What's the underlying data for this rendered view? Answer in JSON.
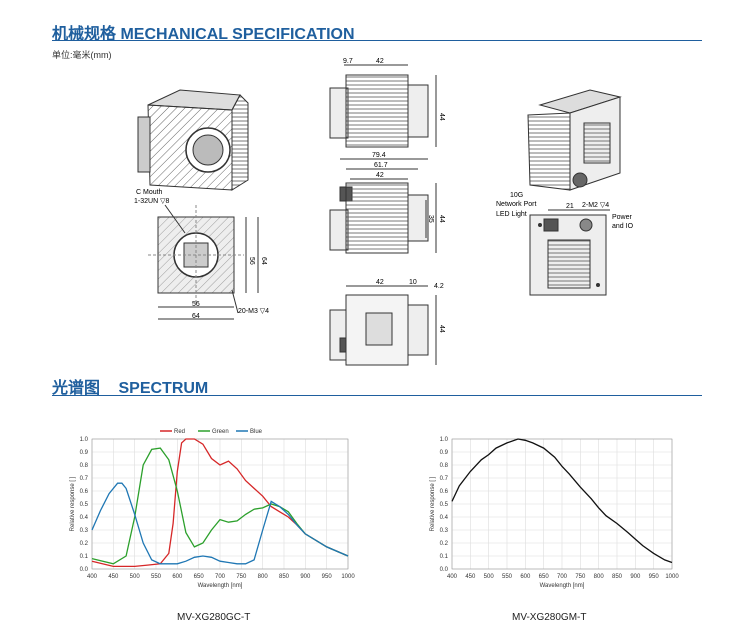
{
  "mechanical": {
    "title_cn": "机械规格",
    "title_en": "MECHANICAL SPECIFICATION",
    "unit": "单位:毫米(mm)"
  },
  "front_view": {
    "c_mouth": "C Mouth",
    "c_thread": "1-32UN ▽8",
    "dim_56_h": "56",
    "dim_64_h": "64",
    "dim_56_v": "56",
    "dim_64_v": "64",
    "holes": "20-M3 ▽4"
  },
  "side_view_top": {
    "dim_a": "9.7",
    "dim_b": "42",
    "dim_c": "44"
  },
  "side_view_mid": {
    "dim_a": "79.4",
    "dim_b": "61.7",
    "dim_c": "42",
    "dim_d": "35",
    "dim_e": "44"
  },
  "side_view_bottom": {
    "dim_a": "42",
    "dim_b": "10",
    "dim_c": "4.2",
    "dim_d": "44"
  },
  "rear_view": {
    "network": "10G",
    "network2": "Network Port",
    "led": "LED Light",
    "dim_21": "21",
    "holes": "2-M2 ▽4",
    "power": "Power",
    "power2": "and IO"
  },
  "spectrum": {
    "title_cn": "光谱图",
    "title_en": "SPECTRUM"
  },
  "caption_left": "MV-XG280GC-T",
  "caption_right": "MV-XG280GM-T",
  "chart_data": [
    {
      "type": "line",
      "title": "",
      "xlabel": "Wavelength [nm]",
      "ylabel": "Relative response [ ]",
      "xlim": [
        400,
        1000
      ],
      "ylim": [
        0,
        1.0
      ],
      "xticks": [
        400,
        450,
        500,
        550,
        600,
        650,
        700,
        750,
        800,
        850,
        900,
        950,
        1000
      ],
      "yticks": [
        0.0,
        0.1,
        0.2,
        0.3,
        0.4,
        0.5,
        0.6,
        0.7,
        0.8,
        0.9,
        1.0
      ],
      "legend": "top-center",
      "grid": true,
      "series": [
        {
          "name": "Red",
          "color": "#d62728",
          "x": [
            400,
            450,
            500,
            530,
            560,
            580,
            590,
            600,
            610,
            620,
            640,
            660,
            680,
            700,
            720,
            740,
            760,
            780,
            800,
            820,
            840,
            860,
            880,
            900,
            950,
            1000
          ],
          "y": [
            0.06,
            0.02,
            0.02,
            0.03,
            0.04,
            0.12,
            0.35,
            0.75,
            0.97,
            1.0,
            1.0,
            0.96,
            0.85,
            0.8,
            0.83,
            0.77,
            0.68,
            0.62,
            0.56,
            0.48,
            0.44,
            0.4,
            0.34,
            0.27,
            0.17,
            0.1
          ]
        },
        {
          "name": "Green",
          "color": "#2ca02c",
          "x": [
            400,
            450,
            480,
            500,
            520,
            540,
            560,
            580,
            600,
            620,
            640,
            660,
            680,
            700,
            720,
            740,
            760,
            780,
            800,
            820,
            840,
            860,
            880,
            900,
            950,
            1000
          ],
          "y": [
            0.08,
            0.04,
            0.1,
            0.4,
            0.8,
            0.92,
            0.93,
            0.84,
            0.6,
            0.28,
            0.17,
            0.2,
            0.3,
            0.38,
            0.36,
            0.37,
            0.42,
            0.46,
            0.47,
            0.5,
            0.48,
            0.44,
            0.35,
            0.27,
            0.17,
            0.1
          ]
        },
        {
          "name": "Blue",
          "color": "#1f77b4",
          "x": [
            400,
            420,
            440,
            460,
            470,
            480,
            500,
            520,
            540,
            560,
            580,
            600,
            620,
            640,
            660,
            680,
            700,
            720,
            740,
            760,
            780,
            800,
            820,
            840,
            860,
            880,
            900,
            950,
            1000
          ],
          "y": [
            0.3,
            0.45,
            0.58,
            0.66,
            0.66,
            0.62,
            0.42,
            0.2,
            0.07,
            0.04,
            0.04,
            0.04,
            0.06,
            0.09,
            0.1,
            0.09,
            0.06,
            0.05,
            0.04,
            0.04,
            0.07,
            0.3,
            0.52,
            0.48,
            0.42,
            0.34,
            0.27,
            0.17,
            0.1
          ]
        }
      ]
    },
    {
      "type": "line",
      "title": "",
      "xlabel": "Wavelength [nm]",
      "ylabel": "Relative response [ ]",
      "xlim": [
        400,
        1000
      ],
      "ylim": [
        0,
        1.0
      ],
      "xticks": [
        400,
        450,
        500,
        550,
        600,
        650,
        700,
        750,
        800,
        850,
        900,
        950,
        1000
      ],
      "yticks": [
        0.0,
        0.1,
        0.2,
        0.3,
        0.4,
        0.5,
        0.6,
        0.7,
        0.8,
        0.9,
        1.0
      ],
      "grid": true,
      "series": [
        {
          "color": "#111111",
          "x": [
            400,
            420,
            450,
            480,
            500,
            520,
            550,
            580,
            600,
            620,
            650,
            680,
            700,
            720,
            750,
            780,
            800,
            820,
            850,
            880,
            900,
            920,
            950,
            980,
            1000
          ],
          "y": [
            0.52,
            0.64,
            0.75,
            0.84,
            0.88,
            0.93,
            0.97,
            1.0,
            0.99,
            0.97,
            0.93,
            0.86,
            0.79,
            0.73,
            0.63,
            0.54,
            0.47,
            0.41,
            0.35,
            0.28,
            0.23,
            0.18,
            0.12,
            0.07,
            0.05
          ]
        }
      ]
    }
  ]
}
